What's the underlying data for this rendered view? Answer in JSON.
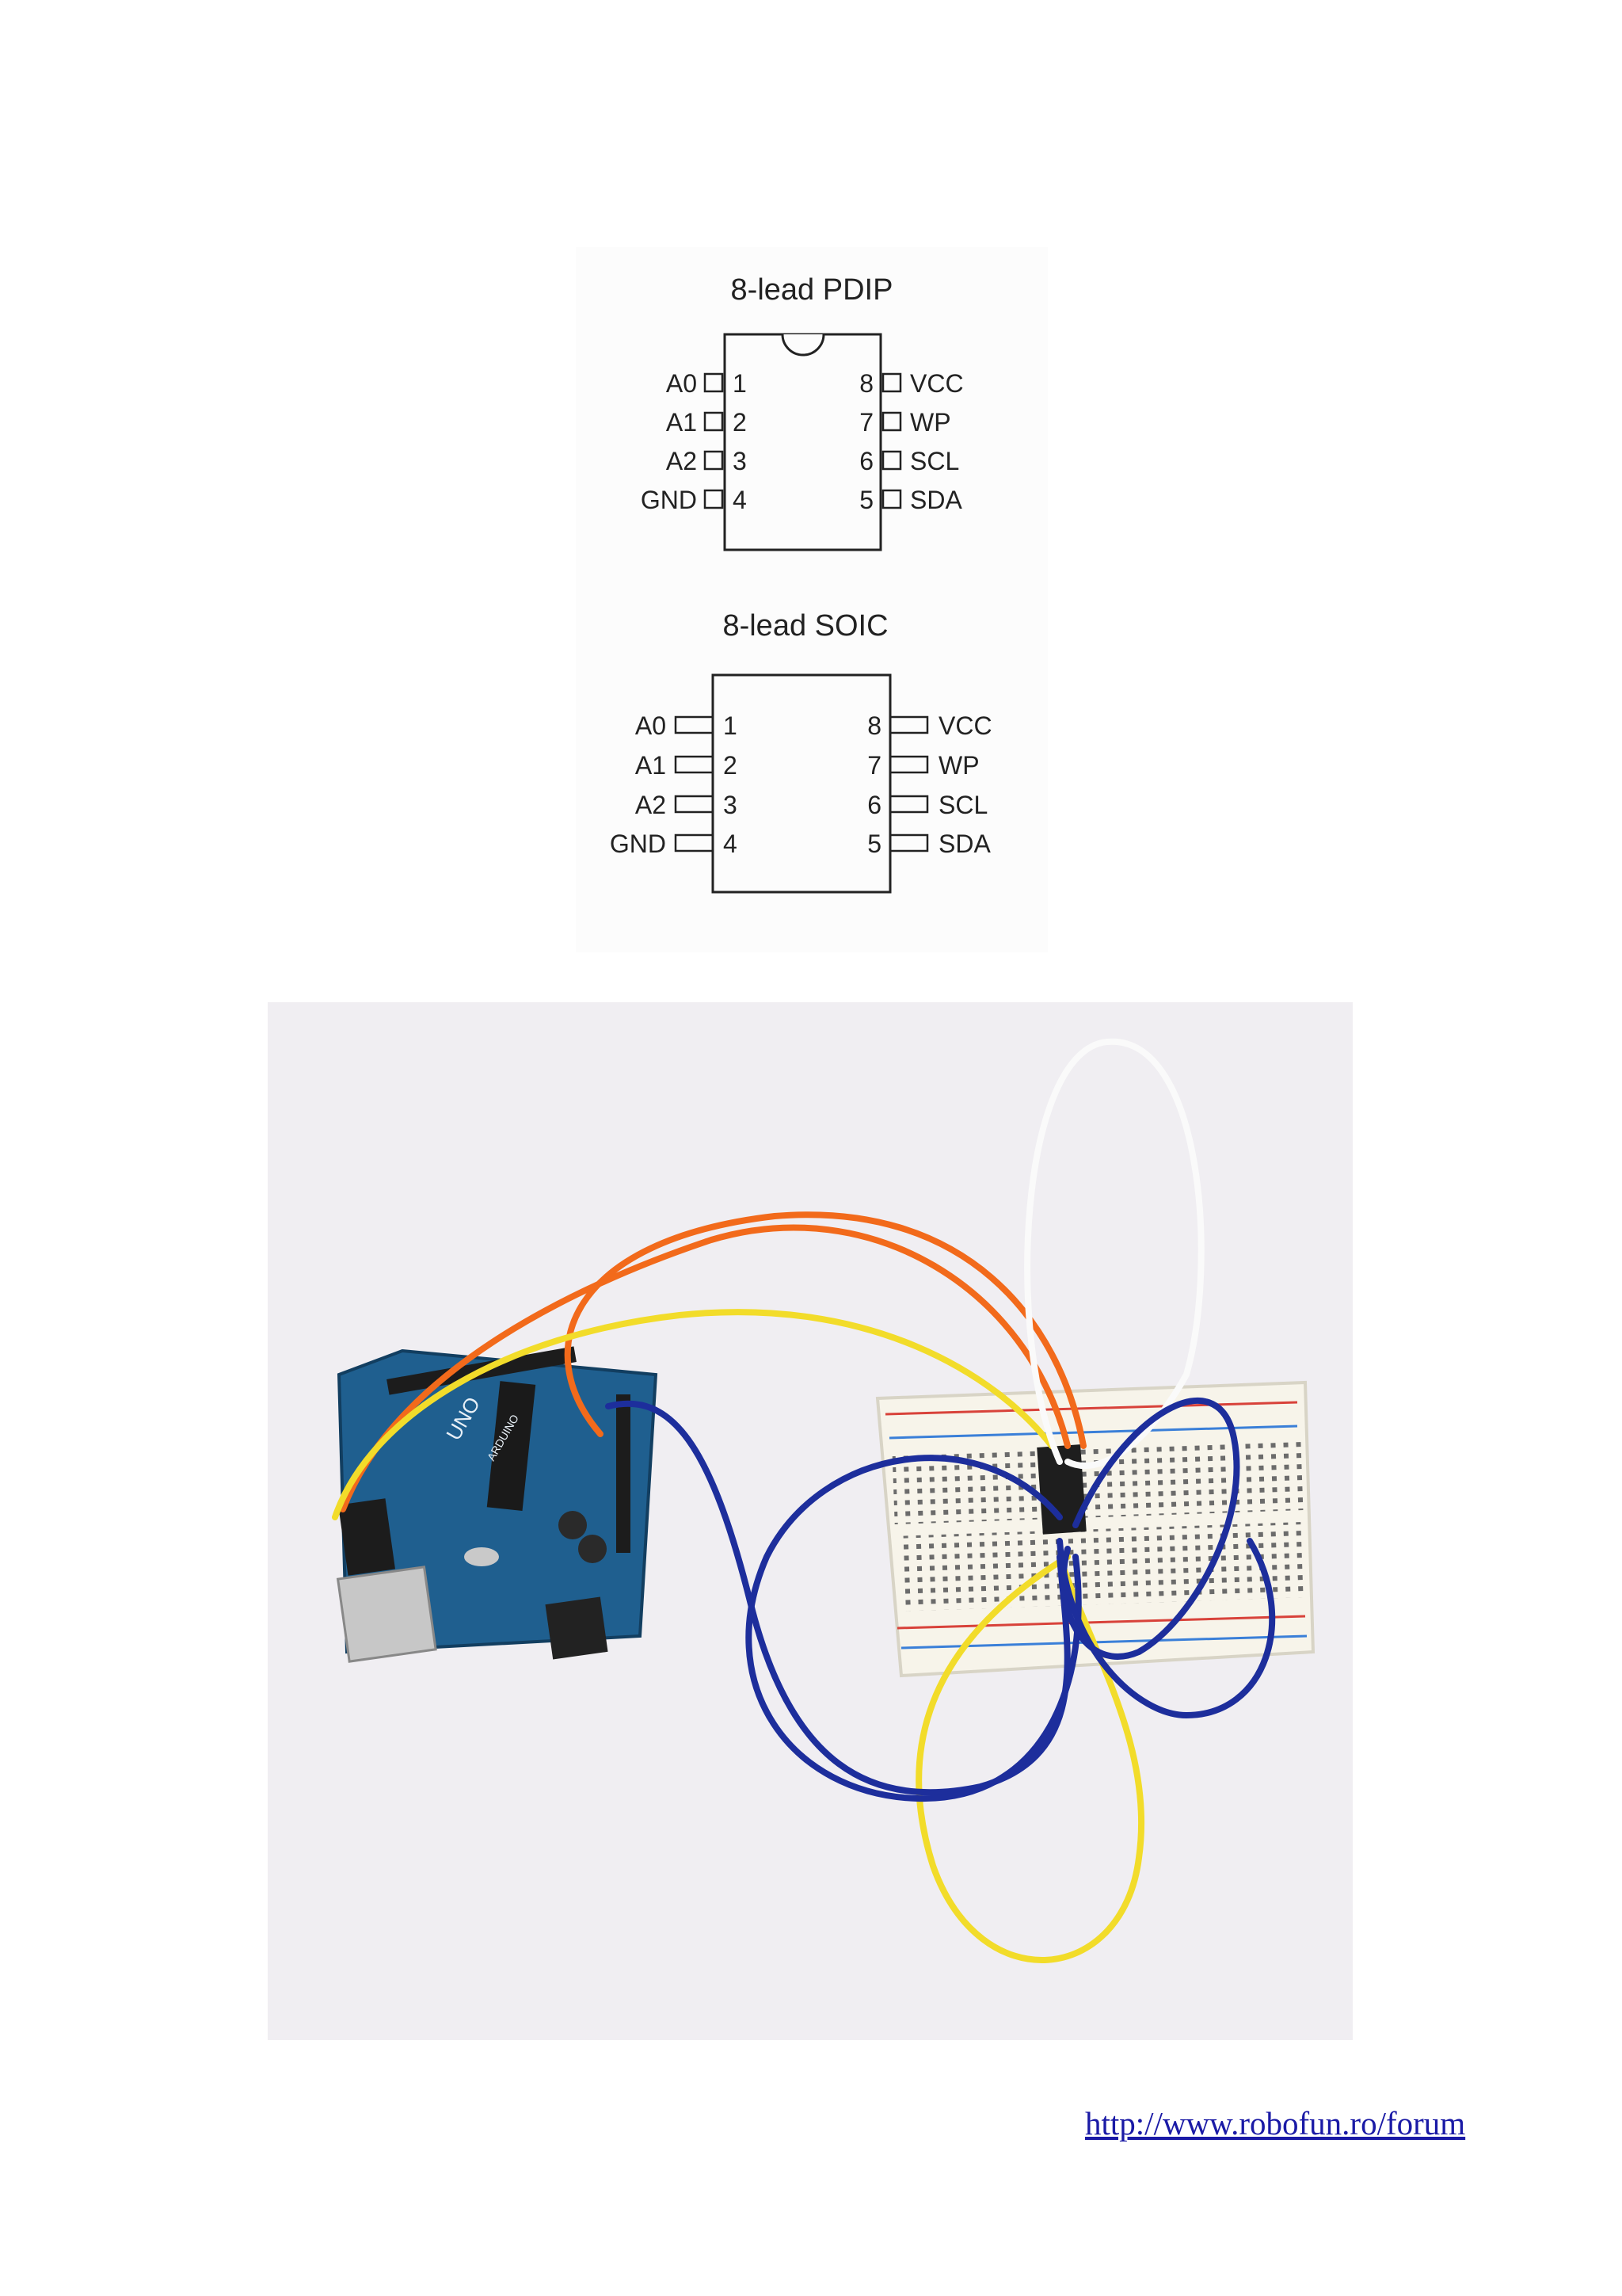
{
  "pdip": {
    "title": "8-lead PDIP",
    "left_pins": [
      {
        "name": "A0",
        "num": "1"
      },
      {
        "name": "A1",
        "num": "2"
      },
      {
        "name": "A2",
        "num": "3"
      },
      {
        "name": "GND",
        "num": "4"
      }
    ],
    "right_pins": [
      {
        "num": "8",
        "name": "VCC"
      },
      {
        "num": "7",
        "name": "WP"
      },
      {
        "num": "6",
        "name": "SCL"
      },
      {
        "num": "5",
        "name": "SDA"
      }
    ]
  },
  "soic": {
    "title": "8-lead SOIC",
    "left_pins": [
      {
        "name": "A0",
        "num": "1"
      },
      {
        "name": "A1",
        "num": "2"
      },
      {
        "name": "A2",
        "num": "3"
      },
      {
        "name": "GND",
        "num": "4"
      }
    ],
    "right_pins": [
      {
        "num": "8",
        "name": "VCC"
      },
      {
        "num": "7",
        "name": "WP"
      },
      {
        "num": "6",
        "name": "SCL"
      },
      {
        "num": "5",
        "name": "SDA"
      }
    ]
  },
  "photo": {
    "board_label": "UNO",
    "board_brand": "ARDUINO",
    "colors": {
      "orange": "#f26a1b",
      "yellow": "#f2dc2a",
      "blue": "#1d2e9c",
      "white": "#fafafa",
      "board": "#1f5f8f"
    }
  },
  "footer": {
    "link_text": "http://www.robofun.ro/forum"
  }
}
